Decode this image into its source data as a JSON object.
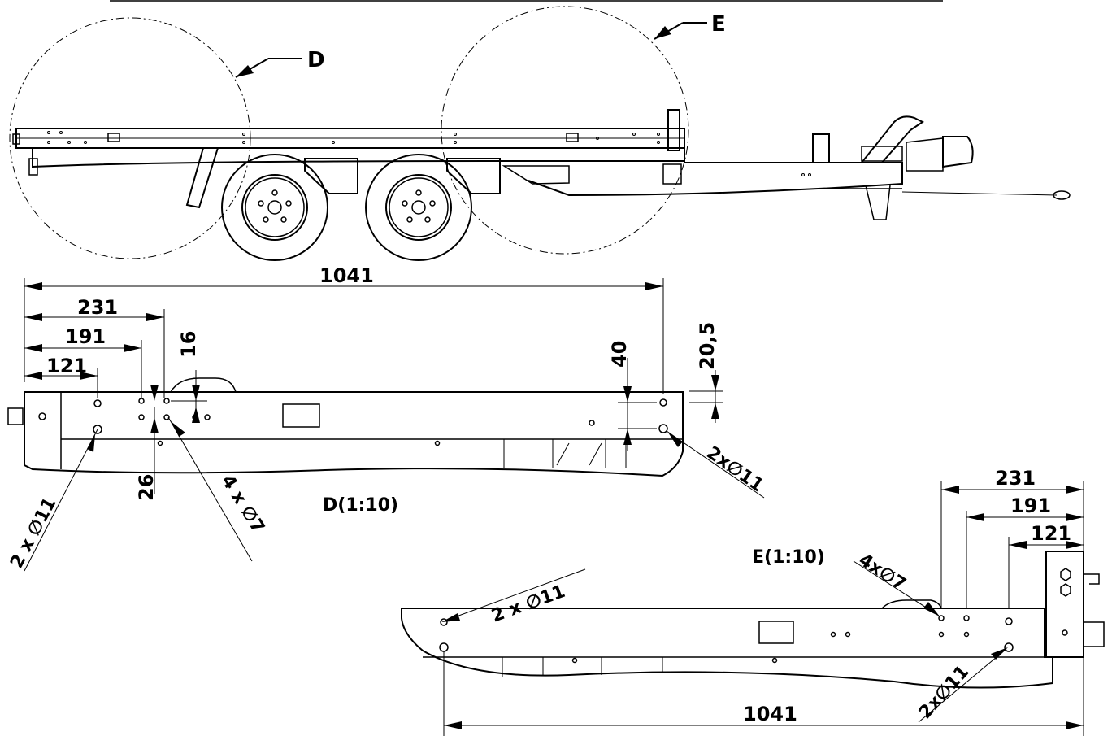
{
  "callouts": {
    "detail_d": "D",
    "detail_e": "E"
  },
  "views": {
    "detail_d_title": "D(1:10)",
    "detail_e_title": "E(1:10)"
  },
  "dimensions_d": {
    "overall": "1041",
    "d231": "231",
    "d191": "191",
    "d121": "121",
    "d16": "16",
    "d26": "26",
    "d40": "40",
    "d20_5": "20,5",
    "hole_left": "2 x ∅11",
    "hole_mid": "4 x ∅7",
    "hole_right": "2x∅11"
  },
  "dimensions_e": {
    "overall": "1041",
    "d231": "231",
    "d191": "191",
    "d121": "121",
    "hole_left": "2 x ∅11",
    "hole_mid": "4x∅7",
    "hole_right": "2x∅11"
  }
}
